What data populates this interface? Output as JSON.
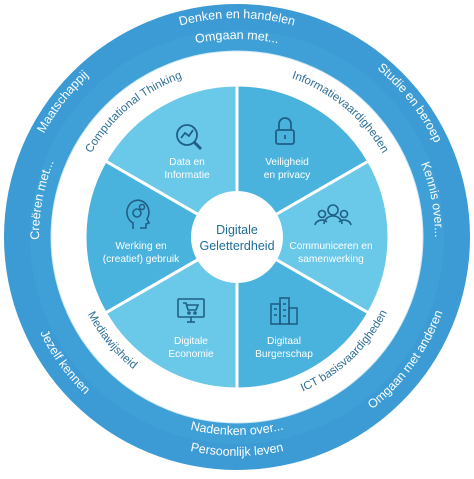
{
  "center": {
    "line1": "Digitale",
    "line2": "Geletterdheid"
  },
  "segments": [
    {
      "line1": "Data en",
      "line2": "Informatie",
      "icon": "magnifier-chart-icon"
    },
    {
      "line1": "Veiligheid",
      "line2": "en privacy",
      "icon": "padlock-icon"
    },
    {
      "line1": "Communiceren en",
      "line2": "samenwerking",
      "icon": "group-people-icon"
    },
    {
      "line1": "Digitaal",
      "line2": "Burgerschap",
      "icon": "buildings-icon"
    },
    {
      "line1": "Digitale",
      "line2": "Economie",
      "icon": "shopping-cart-screen-icon"
    },
    {
      "line1": "Werking en",
      "line2": "(creatief) gebruik",
      "icon": "head-gears-icon"
    }
  ],
  "middle_ring": [
    "Computational Thinking",
    "Informatievaardigheden",
    "ICT basisvaardigheden",
    "Mediawijsheid"
  ],
  "outer_ring": [
    "Denken en handelen",
    "Omgaan met...",
    "Studie en beroep",
    "Kennis over...",
    "Omgaan met anderen",
    "Nadenken over...",
    "Persoonlijk leven",
    "Jezelf kennen",
    "Creëren met...",
    "Maatschappij"
  ],
  "colors": {
    "outer_ring": "#3c9bd4",
    "outer_ring_dark": "#2f86c2",
    "middle_ring": "#ffffff",
    "segment_light": "#6ac8e8",
    "segment_dark": "#4ab3dd",
    "segment_divider": "#ffffff",
    "center_fill": "#ffffff",
    "center_text": "#1f6d97",
    "ring_label_dark": "#2f6f95"
  }
}
